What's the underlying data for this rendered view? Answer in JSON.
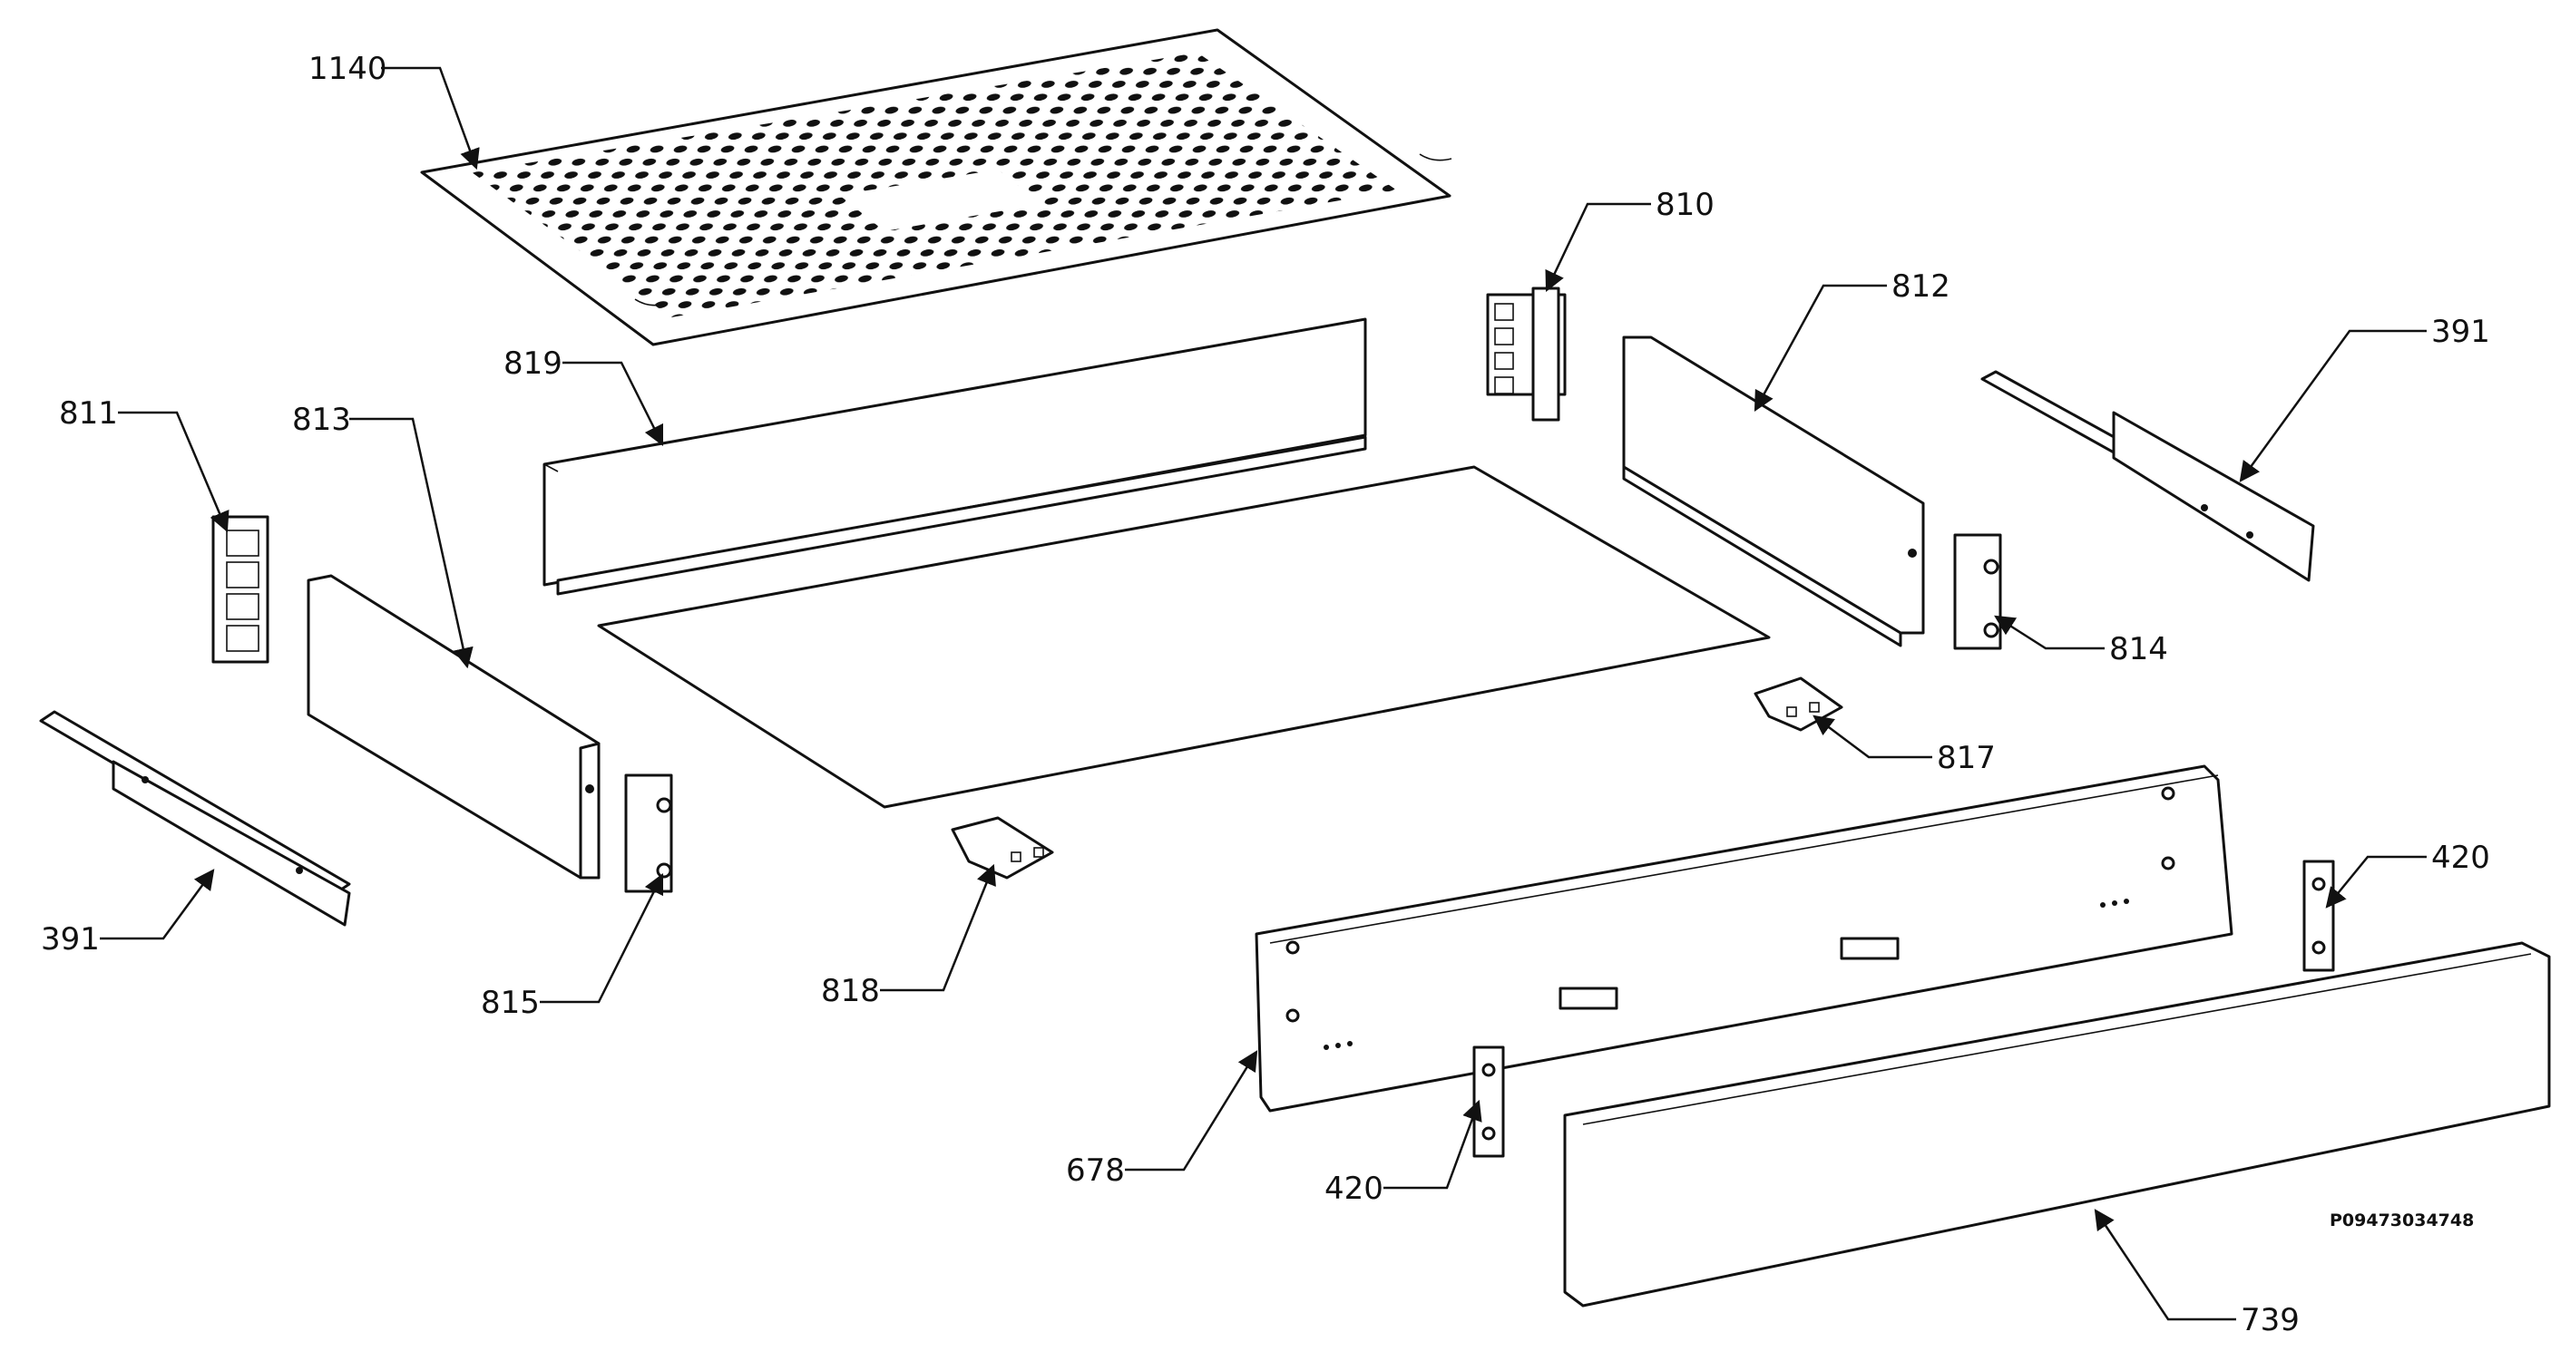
{
  "diagram": {
    "drawing_ref": "P09473034748",
    "callouts": [
      {
        "id": "1140",
        "label": "1140"
      },
      {
        "id": "810",
        "label": "810"
      },
      {
        "id": "812",
        "label": "812"
      },
      {
        "id": "391a",
        "label": "391"
      },
      {
        "id": "819",
        "label": "819"
      },
      {
        "id": "811",
        "label": "811"
      },
      {
        "id": "813",
        "label": "813"
      },
      {
        "id": "814",
        "label": "814"
      },
      {
        "id": "817",
        "label": "817"
      },
      {
        "id": "391b",
        "label": "391"
      },
      {
        "id": "815",
        "label": "815"
      },
      {
        "id": "818",
        "label": "818"
      },
      {
        "id": "420a",
        "label": "420"
      },
      {
        "id": "678",
        "label": "678"
      },
      {
        "id": "420b",
        "label": "420"
      },
      {
        "id": "739",
        "label": "739"
      }
    ]
  }
}
